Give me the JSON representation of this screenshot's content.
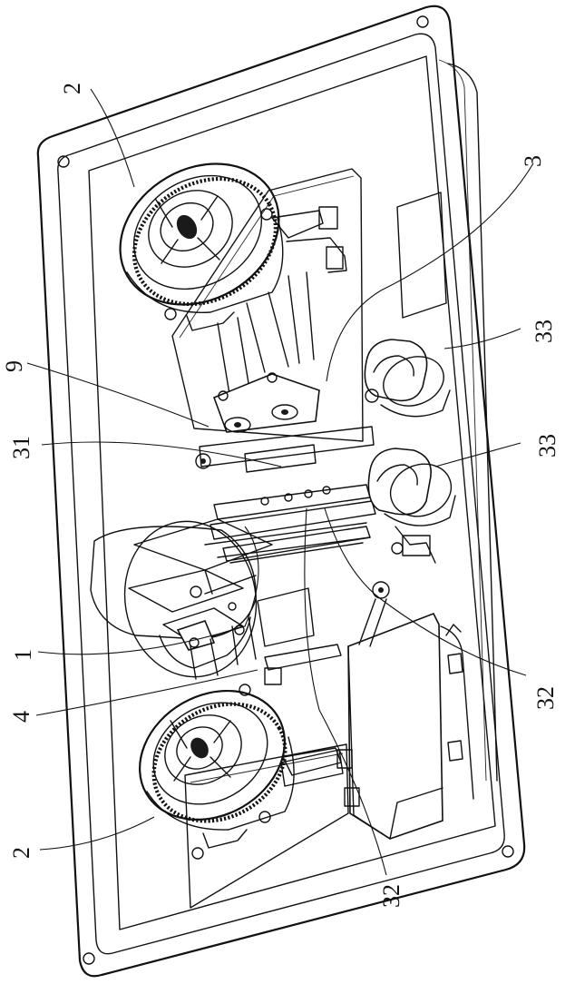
{
  "figure": {
    "labels": [
      {
        "id": "lbl-2-top",
        "text": "2"
      },
      {
        "id": "lbl-3",
        "text": "3"
      },
      {
        "id": "lbl-9",
        "text": "9"
      },
      {
        "id": "lbl-33-upper",
        "text": "33"
      },
      {
        "id": "lbl-31",
        "text": "31"
      },
      {
        "id": "lbl-33-lower",
        "text": "33"
      },
      {
        "id": "lbl-1",
        "text": "1"
      },
      {
        "id": "lbl-4",
        "text": "4"
      },
      {
        "id": "lbl-32-right",
        "text": "32"
      },
      {
        "id": "lbl-2-bottom",
        "text": "2"
      },
      {
        "id": "lbl-32-bottom",
        "text": "32"
      }
    ]
  }
}
